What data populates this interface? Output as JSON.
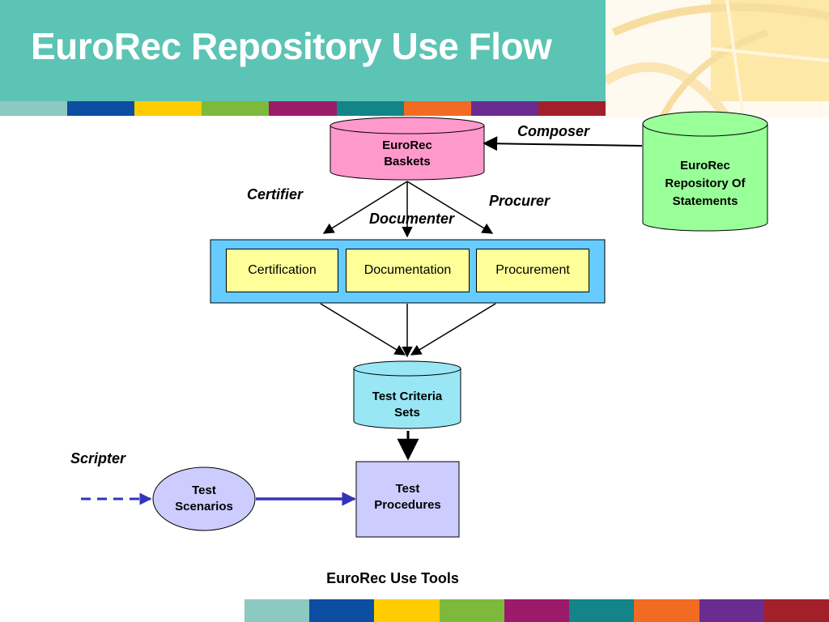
{
  "title": "EuroRec Repository Use Flow",
  "colors": {
    "header": "#5cc4b4",
    "baskets": "#ff99cc",
    "repository": "#99ff99",
    "process_panel": "#66ccff",
    "process_box": "#ffff99",
    "test_criteria": "#99e6f5",
    "test_procedures": "#ccccff",
    "test_scenarios": "#ccccff",
    "arrow_blue": "#3333bb",
    "stripes": [
      "#8cc9c0",
      "#0b4ea2",
      "#ffcc00",
      "#7dba3c",
      "#9b1b6a",
      "#138488",
      "#f26b22",
      "#6a2c91",
      "#a3202a"
    ]
  },
  "nodes": {
    "baskets": "EuroRec\nBaskets",
    "repository": "EuroRec\nRepository Of\nStatements",
    "certification": "Certification",
    "documentation": "Documentation",
    "procurement": "Procurement",
    "test_criteria": "Test Criteria\nSets",
    "test_procedures": "Test\nProcedures",
    "test_scenarios": "Test\nScenarios"
  },
  "roles": {
    "composer": "Composer",
    "certifier": "Certifier",
    "documenter": "Documenter",
    "procurer": "Procurer",
    "scripter": "Scripter"
  },
  "footer": "EuroRec Use Tools"
}
